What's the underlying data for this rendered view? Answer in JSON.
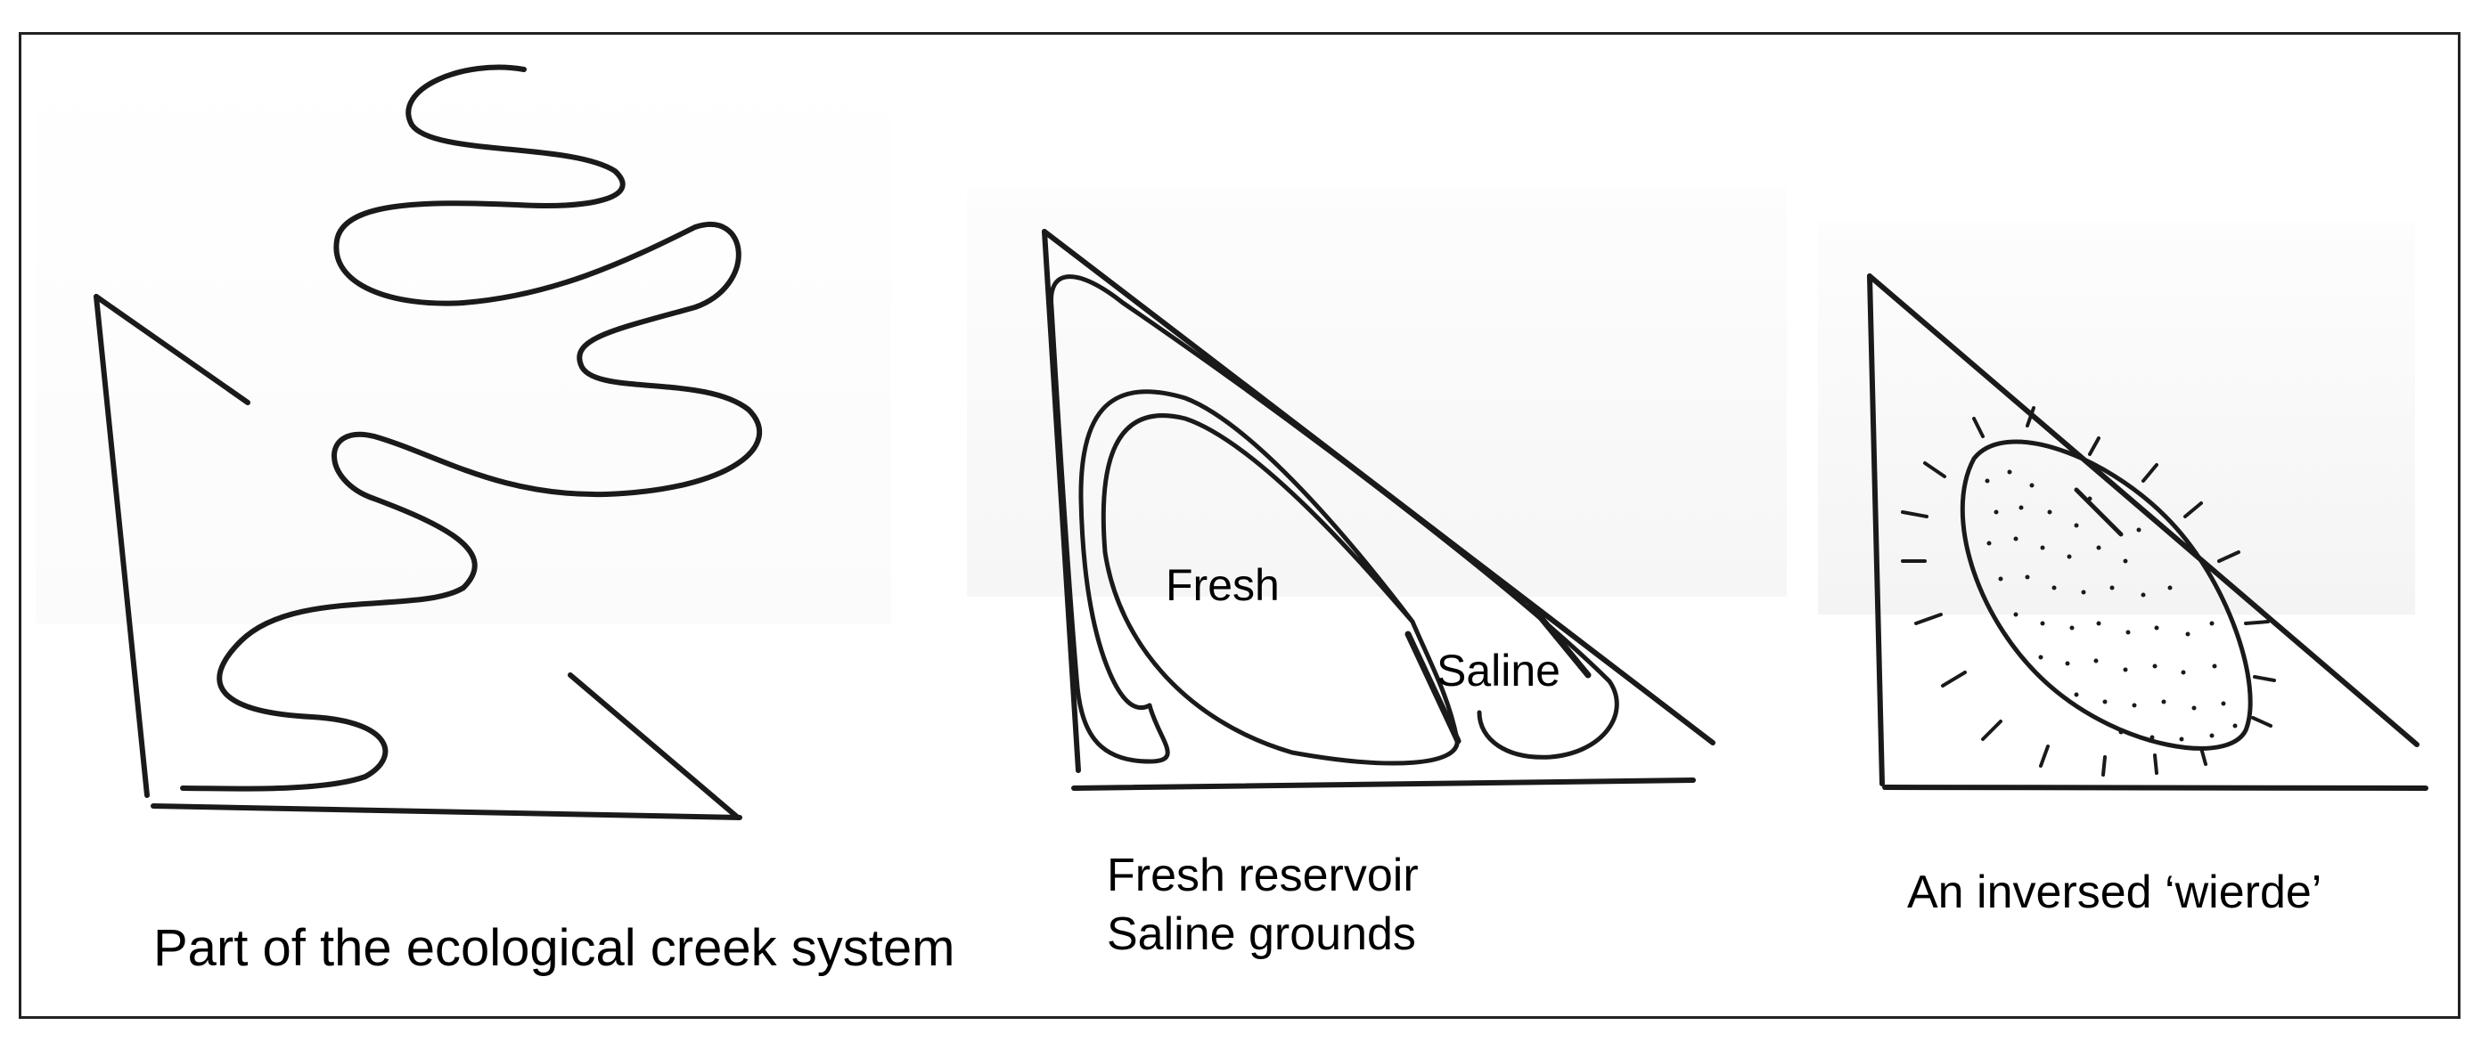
{
  "panels": [
    {
      "caption": "Part of the ecological creek system",
      "icon": "meandering-creek-icon"
    },
    {
      "caption_lines": [
        "Fresh reservoir",
        "Saline grounds"
      ],
      "labels": {
        "fresh": "Fresh",
        "saline": "Saline"
      },
      "icon": "triangle-reservoir-icon"
    },
    {
      "caption": "An inversed ‘wierde’",
      "icon": "inversed-wierde-icon"
    }
  ],
  "colors": {
    "ink": "#1a1a1a",
    "frame": "#222222",
    "background": "#ffffff"
  }
}
